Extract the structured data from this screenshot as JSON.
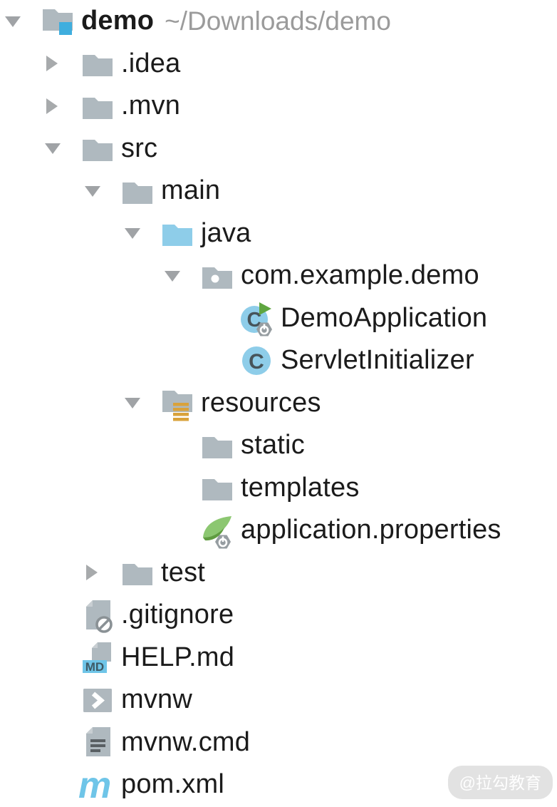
{
  "tree": {
    "rows": [
      {
        "label": "demo",
        "path": "~/Downloads/demo",
        "level": 0,
        "state": "expanded",
        "icon": "project-folder"
      },
      {
        "label": ".idea",
        "level": 1,
        "state": "collapsed",
        "icon": "folder"
      },
      {
        "label": ".mvn",
        "level": 1,
        "state": "collapsed",
        "icon": "folder"
      },
      {
        "label": "src",
        "level": 1,
        "state": "expanded",
        "icon": "folder"
      },
      {
        "label": "main",
        "level": 2,
        "state": "expanded",
        "icon": "folder"
      },
      {
        "label": "java",
        "level": 3,
        "state": "expanded",
        "icon": "sources-folder"
      },
      {
        "label": "com.example.demo",
        "level": 4,
        "state": "expanded",
        "icon": "package"
      },
      {
        "label": "DemoApplication",
        "level": 5,
        "state": "leaf",
        "icon": "class-runnable"
      },
      {
        "label": "ServletInitializer",
        "level": 5,
        "state": "leaf",
        "icon": "class"
      },
      {
        "label": "resources",
        "level": 3,
        "state": "expanded",
        "icon": "resources-folder"
      },
      {
        "label": "static",
        "level": 4,
        "state": "leaf",
        "icon": "folder"
      },
      {
        "label": "templates",
        "level": 4,
        "state": "leaf",
        "icon": "folder"
      },
      {
        "label": "application.properties",
        "level": 4,
        "state": "leaf",
        "icon": "spring-config"
      },
      {
        "label": "test",
        "level": 2,
        "state": "collapsed",
        "icon": "folder"
      },
      {
        "label": ".gitignore",
        "level": 1,
        "state": "leaf",
        "icon": "ignored-file"
      },
      {
        "label": "HELP.md",
        "level": 1,
        "state": "leaf",
        "icon": "markdown-file"
      },
      {
        "label": "mvnw",
        "level": 1,
        "state": "leaf",
        "icon": "shell-script"
      },
      {
        "label": "mvnw.cmd",
        "level": 1,
        "state": "leaf",
        "icon": "text-file"
      },
      {
        "label": "pom.xml",
        "level": 1,
        "state": "leaf",
        "icon": "maven-file"
      }
    ]
  },
  "icons": {
    "expanded-triangle": "▼",
    "collapsed-triangle": "▶",
    "markdown-badge": "MD",
    "class-letter": "C",
    "maven-letter": "m"
  },
  "colors": {
    "folder_gray": "#AFB9BF",
    "folder_blue": "#8ECDE9",
    "project_badge_blue": "#3FAEDE",
    "resources_badge_orange": "#D9A23B",
    "class_circle_blue": "#8ECDE9",
    "class_letter_gray": "#47545A",
    "run_green": "#5FA640",
    "spring_green": "#8CC771",
    "spring_green_dark": "#5F9C40",
    "badge_gray": "#969DA1",
    "text_black": "#1B1B1B",
    "text_gray": "#9B9B9B",
    "triangle_gray": "#A0A3A6"
  },
  "watermark": {
    "text": "@拉勾教育"
  }
}
